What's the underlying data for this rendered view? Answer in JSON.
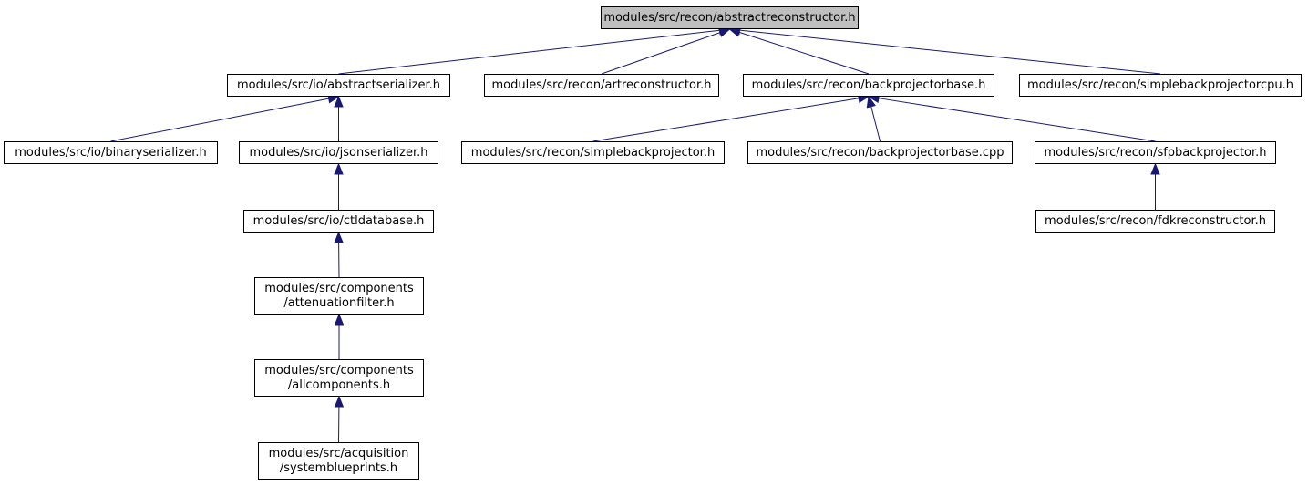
{
  "graph": {
    "colors": {
      "edge": "#191970",
      "root_fill": "#bfbfbf",
      "node_fill": "#ffffff",
      "border": "#000000"
    },
    "nodes": {
      "root": [
        "modules/src/recon/abstractreconstructor.h"
      ],
      "abstractserializer": [
        "modules/src/io/abstractserializer.h"
      ],
      "artreconstructor": [
        "modules/src/recon/artreconstructor.h"
      ],
      "backprojectorbase_h": [
        "modules/src/recon/backprojectorbase.h"
      ],
      "simplebackprojectorcpu": [
        "modules/src/recon/simplebackprojectorcpu.h"
      ],
      "binaryserializer": [
        "modules/src/io/binaryserializer.h"
      ],
      "jsonserializer": [
        "modules/src/io/jsonserializer.h"
      ],
      "simplebackprojector": [
        "modules/src/recon/simplebackprojector.h"
      ],
      "backprojectorbase_cpp": [
        "modules/src/recon/backprojectorbase.cpp"
      ],
      "sfpbackprojector": [
        "modules/src/recon/sfpbackprojector.h"
      ],
      "ctldatabase": [
        "modules/src/io/ctldatabase.h"
      ],
      "fdkreconstructor": [
        "modules/src/recon/fdkreconstructor.h"
      ],
      "attenuationfilter": [
        "modules/src/components",
        "/attenuationfilter.h"
      ],
      "allcomponents": [
        "modules/src/components",
        "/allcomponents.h"
      ],
      "systemblueprints": [
        "modules/src/acquisition",
        "/systemblueprints.h"
      ]
    },
    "edges": [
      {
        "from": "abstractserializer",
        "to": "root"
      },
      {
        "from": "artreconstructor",
        "to": "root"
      },
      {
        "from": "backprojectorbase_h",
        "to": "root"
      },
      {
        "from": "simplebackprojectorcpu",
        "to": "root"
      },
      {
        "from": "binaryserializer",
        "to": "abstractserializer"
      },
      {
        "from": "jsonserializer",
        "to": "abstractserializer"
      },
      {
        "from": "simplebackprojector",
        "to": "backprojectorbase_h"
      },
      {
        "from": "backprojectorbase_cpp",
        "to": "backprojectorbase_h"
      },
      {
        "from": "sfpbackprojector",
        "to": "backprojectorbase_h"
      },
      {
        "from": "ctldatabase",
        "to": "jsonserializer"
      },
      {
        "from": "fdkreconstructor",
        "to": "sfpbackprojector"
      },
      {
        "from": "attenuationfilter",
        "to": "ctldatabase"
      },
      {
        "from": "allcomponents",
        "to": "attenuationfilter"
      },
      {
        "from": "systemblueprints",
        "to": "allcomponents"
      }
    ]
  }
}
